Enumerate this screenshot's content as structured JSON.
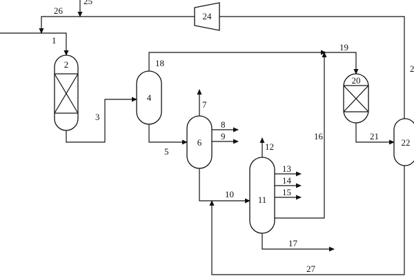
{
  "units": {
    "reactor_2": "2",
    "separator_4": "4",
    "separator_6": "6",
    "column_11": "11",
    "reactor_20": "20",
    "separator_22": "22",
    "compressor_24": "24"
  },
  "streams": {
    "s1": "1",
    "s3": "3",
    "s5": "5",
    "s7": "7",
    "s8": "8",
    "s9": "9",
    "s10": "10",
    "s12": "12",
    "s13": "13",
    "s14": "14",
    "s15": "15",
    "s16": "16",
    "s17": "17",
    "s18": "18",
    "s19": "19",
    "s21": "21",
    "s23": "2",
    "s25": "25",
    "s26": "26",
    "s27": "27"
  }
}
